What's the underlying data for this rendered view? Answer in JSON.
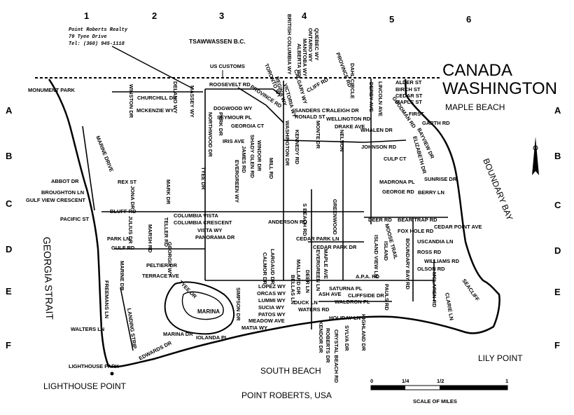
{
  "grid_columns": [
    "1",
    "2",
    "3",
    "4",
    "5",
    "6"
  ],
  "grid_rows": [
    "A",
    "B",
    "C",
    "D",
    "E",
    "F"
  ],
  "realty": {
    "name": "Point Roberts Realty",
    "address": "79 Tyee Drive",
    "phone": "Tel: (360) 945-1118"
  },
  "header": {
    "town": "TSAWWASSEN B.C.",
    "customs": "US CUSTOMS"
  },
  "border": {
    "canada": "CANADA",
    "washington": "WASHINGTON"
  },
  "places": {
    "maple_beach": "MAPLE BEACH",
    "boundary_bay": "BOUNDARY BAY",
    "georgia_strait": "GEORGIA STRAIT",
    "lily_point": "LILY POINT",
    "south_beach": "SOUTH BEACH",
    "lighthouse_point": "LIGHTHOUSE POINT",
    "marina": "MARINA",
    "monument_park": "MONUMENT PARK",
    "lighthouse_park": "LIGHTHOUSE PARK",
    "point_roberts": "POINT ROBERTS, USA"
  },
  "scale": {
    "ticks": [
      "0",
      "1/4",
      "1/2",
      "1"
    ],
    "label": "SCALE OF MILES"
  },
  "streets": {
    "roosevelt": "ROOSEVELT RD",
    "winston": "WINSTON DR",
    "churchill": "CHURCHILL DR",
    "delano": "DELANO WY",
    "massey": "MASSEY WY",
    "mckenzie": "MCKENZIE WY",
    "dogwood": "DOGWOOD WY",
    "seymour": "SEYMOUR PL",
    "park": "PARK DR",
    "northwood": "NORTHWOOD DR",
    "georgia_ct": "GEORGIA CT",
    "iris": "IRIS AVE",
    "shady_glen": "SHADY GLEN RD",
    "windor": "WINDOR DR",
    "mill": "MILL RD",
    "james": "JAMES RD",
    "evergreen_wy": "EVERGREEN WY",
    "tyee": "TYEE DR",
    "province": "PROVINCE RD",
    "toronto": "TORONTO WY",
    "british_columbia": "BRITISH COLUMBIA WY",
    "regina": "REGINA WY",
    "victoria": "VICTORIA WY",
    "calgary": "CALGARY WY",
    "ontario": "ONTARIO WY",
    "manitoba": "MANITOBA WY",
    "alberta": "ALBERTA WY",
    "quebec": "QUEBEC WY",
    "province_rd2": "PROVINCE RD",
    "cliff": "CLIFF RD",
    "dahl_circle": "DAHL CIRCLE",
    "sanders": "SANDERS CT",
    "ronald": "RONALD ST",
    "raleigh": "RALEIGH DR",
    "wellington": "WELLINGTON RD",
    "drake": "DRAKE AVE",
    "kennedy": "KENNEDY RD",
    "monte": "MONTE DR",
    "washington_dr": "WASHINGTON DR",
    "nelson": "NELSON",
    "whalen": "WHALEN DR",
    "johnson": "JOHNSON RD",
    "derby": "DERBY AVE",
    "lincoln": "LINCOLN AVE",
    "goodman": "GOODMAN RD",
    "alder": "ALDER ST",
    "birch": "BIRCH ST",
    "cedar_st": "CEDAR ST",
    "maple_st": "MAPLE ST",
    "first": "FIRST",
    "garth": "GARTH RD",
    "bayview": "BAYVIEW DR",
    "elizabeth": "ELIZABETH DR",
    "culp": "CULP CT",
    "madrona": "MADRONA PL",
    "sunrise": "SUNRISE DR",
    "berry": "BERRY LN",
    "george": "GEORGE RD",
    "bear_trap": "BEAR TRAP RD",
    "deer_rd": "DEER RD",
    "cedar_point_ave": "CEDAR POINT AVE",
    "fox_hole": "FOX HOLE RD",
    "uscandia": "USCANDIA LN",
    "ross": "ROSS RD",
    "williams": "WILLIAMS RD",
    "olson": "OLSON RD",
    "moose": "MOOSE TRAIL",
    "island_view": "ISLAND VIEW LN",
    "boundary_bay_rd": "BOUNDARY BAY RD",
    "mclaren": "MCLAREN RD",
    "clarie": "CLARIE LN",
    "seacliff": "SEACLIFF",
    "apa": "A.P.A. RD",
    "pauls": "PAULS RD",
    "abbot": "ABBOT DR",
    "rex": "REX ST",
    "marine_drive": "MARINE DRIVE",
    "broughton": "BROUGHTON LN",
    "gulf_view": "GULF VIEW CRESCENT",
    "pacific": "PACIFIC ST",
    "bluff": "BLUFF RD",
    "mark": "MARK DR",
    "jona": "JONA DR",
    "julius": "JULIUS DR",
    "marsh": "MARSH RD",
    "teller": "TELLER RD",
    "georgia_wy": "GEORGIA WY",
    "columbia_vista": "COLUMBIA VISTA",
    "columbia_crescent": "COLUMBIA CRESCENT",
    "vista_wy": "VISTA WY",
    "panorama": "PANORAMA DR",
    "park_ln": "PARK LN",
    "gulf_rd": "GULF RD",
    "peltier": "PELTIER DR",
    "terrace": "TERRACE AVE",
    "marine_dr": "MARINE DR",
    "freemans": "FREEMANS LN",
    "landing_strip": "LANDING STRIP",
    "walters": "WALTERS LN",
    "marina_dr": "MARINA DR",
    "edwards": "EDWARDS DR",
    "iolanda": "IOLANDA PL",
    "tyee_dr2": "TYEE DR",
    "anderson": "ANDERSON RD",
    "s_beach": "S BEACH RD",
    "greenwood": "GREENWOOD",
    "cedar_park_ln": "CEDAR PARK LN",
    "cedar_park_dr": "CEDAR PARK DR",
    "largaud": "LARGAUD DR",
    "calmor": "CALMOR DR",
    "lopez": "LOPEZ WY",
    "orcas": "ORCAS WY",
    "lummi": "LUMMI WY",
    "suciawy": "SUCIA WY",
    "patos": "PATOS WY",
    "matia": "MATIA WY",
    "meadow": "MEADOW AVE",
    "simpson": "SIMPSON DR",
    "mallard": "MALLARD DR",
    "bellas": "BELLAS LN",
    "deer_ln": "DEER LN",
    "duck": "DUCK LN",
    "waters": "WATERS RD",
    "saturna": "SATURNA PL",
    "ash": "ASH AVE",
    "cliffside": "CLIFFSIDE DR",
    "waldron": "WALDRON PL",
    "holiday": "HOLIDAY LN",
    "roberts": "ROBERTS DR",
    "kendor": "KENDOR DR",
    "crystal": "CRYSTAL BEACH RD",
    "sylva": "SYLVA DR",
    "highland": "HIGHLAND DR",
    "maple_ave": "MAPLE AVE",
    "evergreen_ln": "EVERGREEN LN",
    "island": "ISLAND"
  }
}
